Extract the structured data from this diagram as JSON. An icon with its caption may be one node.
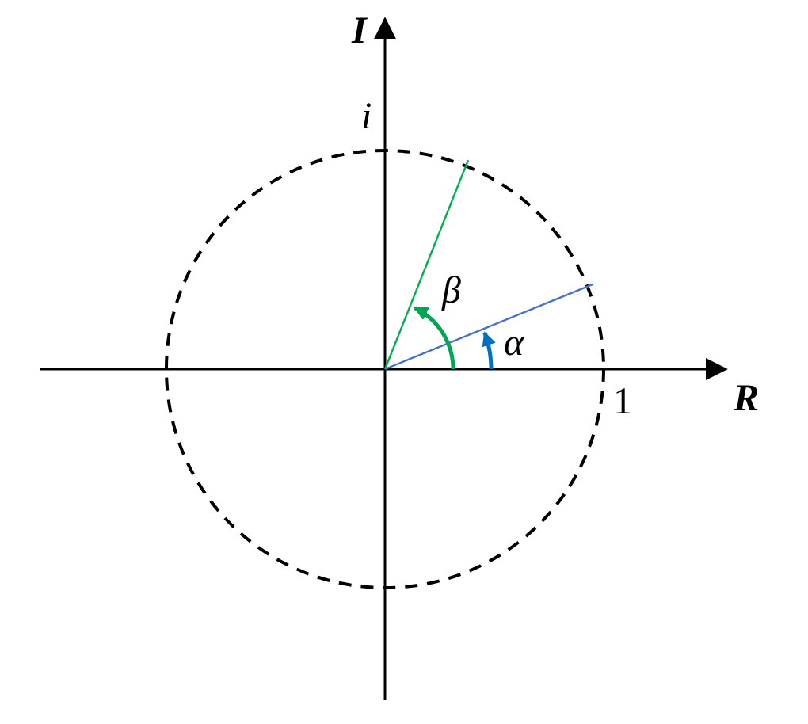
{
  "diagram": {
    "labels": [
      "I",
      "i",
      "β",
      "α",
      "1",
      "R"
    ]
  }
}
